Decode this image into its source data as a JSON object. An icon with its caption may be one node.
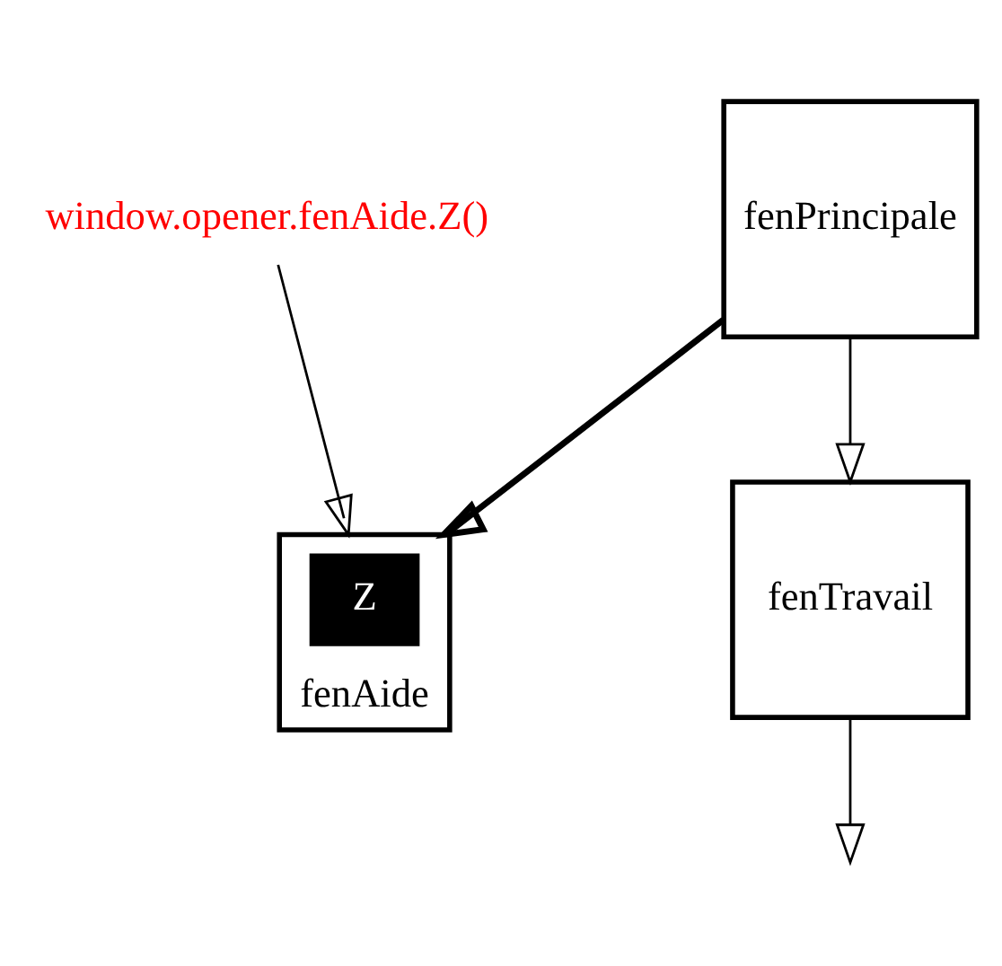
{
  "diagram": {
    "nodes": [
      {
        "text": [
          "fenPrincipale"
        ]
      },
      {
        "text": [
          "fenAide"
        ]
      },
      {
        "text": [
          "Z"
        ],
        "in": 1
      },
      {
        "text": [
          "fenTravail"
        ]
      },
      {
        "text": [
          "window.opener.fenAide.Z()"
        ]
      }
    ],
    "edges": [
      {
        "from": 0,
        "to": 1,
        "arrow": "to",
        "style": "thick"
      },
      {
        "from": 0,
        "to": 3,
        "arrow": "to"
      },
      {
        "from": 3,
        "to": null,
        "arrow": "to"
      },
      {
        "from": 4,
        "to": 1,
        "arrow": "to"
      }
    ]
  }
}
